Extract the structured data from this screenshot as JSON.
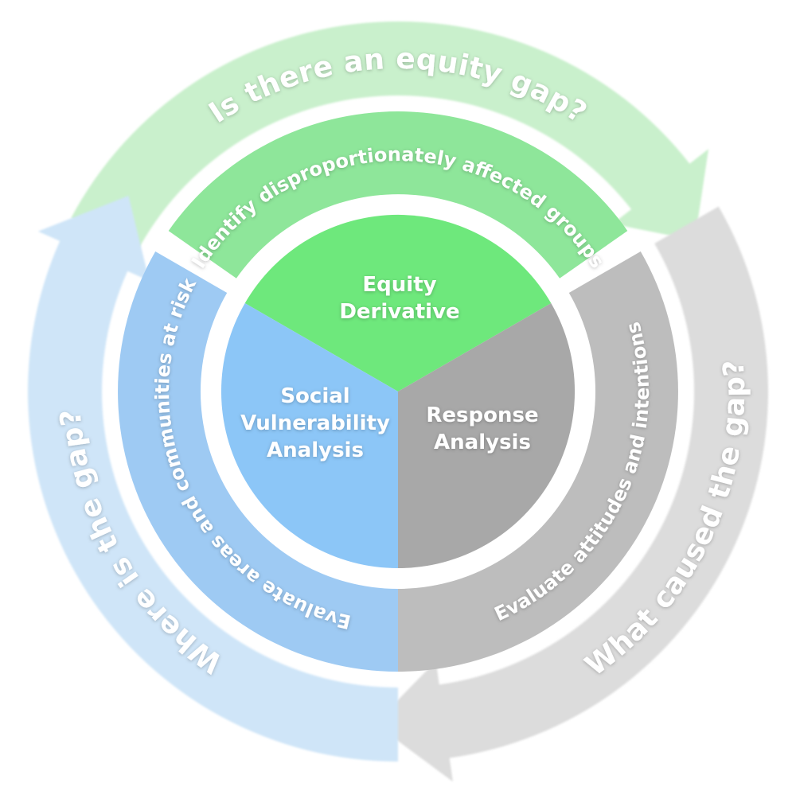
{
  "colors": {
    "green_outer": "#c9f0cc",
    "green_middle": "#8ee69a",
    "green_core": "#6ee87c",
    "blue_outer": "#cfe5f8",
    "blue_middle": "#9ecaf3",
    "blue_core": "#8cc6f7",
    "gray_outer": "#dcdcdc",
    "gray_middle": "#bdbdbd",
    "gray_core": "#a8a8a8",
    "label": "#ffffff"
  },
  "outer_ring": {
    "top_label": "Is there an equity gap?",
    "right_label": "What caused the gap?",
    "left_label": "Where is the gap?"
  },
  "middle_ring": {
    "top_label": "Identify disproportionately affected groups",
    "right_label": "Evaluate attitudes and intentions",
    "left_label": "Evaluate areas and communities at risk"
  },
  "core": {
    "top_line1": "Equity",
    "top_line2": "Derivative",
    "right_line1": "Response",
    "right_line2": "Analysis",
    "left_line1": "Social",
    "left_line2": "Vulnerability",
    "left_line3": "Analysis"
  }
}
